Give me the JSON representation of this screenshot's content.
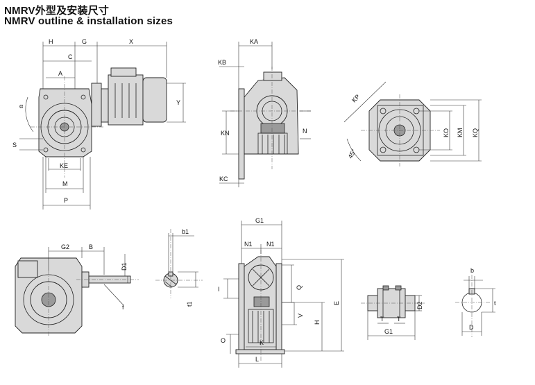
{
  "title_cn": "NMRV外型及安装尺寸",
  "title_en": "NMRV outline & installation sizes",
  "labels": {
    "H": "H",
    "G": "G",
    "X": "X",
    "C": "C",
    "A": "A",
    "Y": "Y",
    "alpha": "α",
    "S": "S",
    "KE": "KE",
    "M": "M",
    "P": "P",
    "KA": "KA",
    "KB": "KB",
    "KN": "KN",
    "N": "N",
    "KC": "KC",
    "KP": "KP",
    "deg45": "45°",
    "KO": "KO",
    "KM": "KM",
    "KQ": "KQ",
    "G2": "G2",
    "B": "B",
    "D1": "D1",
    "f": "f",
    "b1": "b1",
    "t1": "t1",
    "G1": "G1",
    "N1a": "N1",
    "N1b": "N1",
    "I": "I",
    "Q": "Q",
    "E": "E",
    "V": "V",
    "H2": "H",
    "O": "O",
    "K": "K",
    "L": "L",
    "D2": "D2",
    "T1": "T",
    "T2": "T",
    "G1b": "G1",
    "b": "b",
    "t": "t",
    "D": "D"
  }
}
